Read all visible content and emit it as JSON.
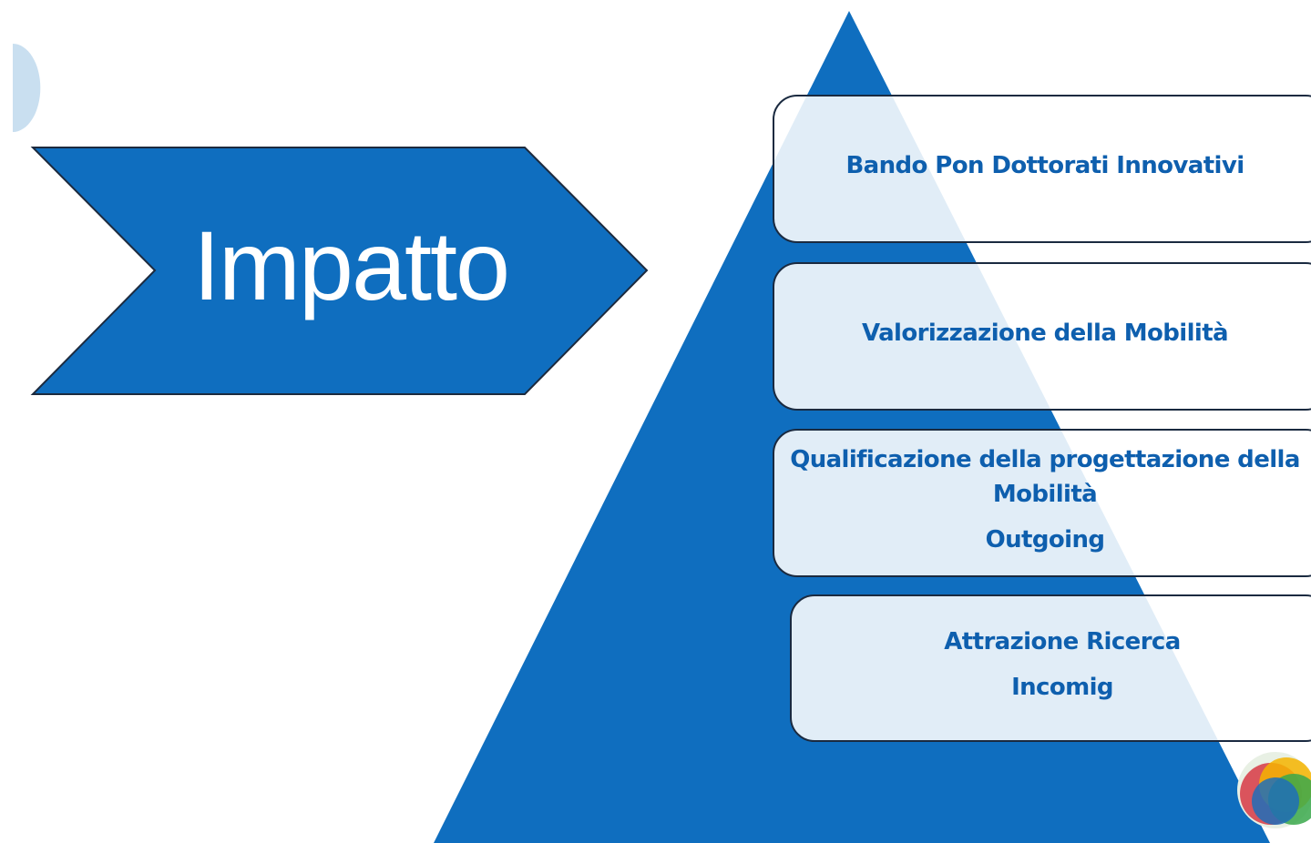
{
  "colors": {
    "primary_blue": "#0f6ebf",
    "box_text": "#0e5fae",
    "box_fill": "#ffffff",
    "box_border": "#1a2a40",
    "decor_light_blue": "#c9dff0"
  },
  "chevron": {
    "label": "Impatto"
  },
  "pyramid": {
    "levels": [
      {
        "lines": [
          "Bando Pon Dottorati Innovativi"
        ]
      },
      {
        "lines": [
          "Valorizzazione della Mobilità"
        ]
      },
      {
        "lines": [
          "Qualificazione della progettazione della",
          "Mobilità",
          "Outgoing"
        ]
      },
      {
        "lines": [
          "Attrazione Ricerca",
          "Incomig"
        ]
      }
    ]
  },
  "decor": {
    "logo_icon": "multicolor-circles-logo-icon",
    "top_left_shape": "light-blue-half-circle"
  }
}
